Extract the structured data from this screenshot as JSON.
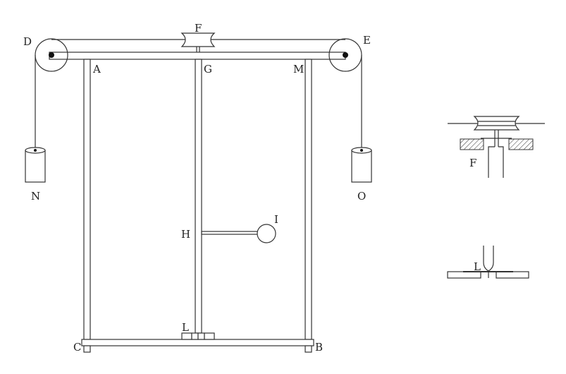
{
  "labels": {
    "d": "D",
    "e": "E",
    "f": "F",
    "a": "A",
    "g": "G",
    "m": "M",
    "n": "N",
    "o": "O",
    "h": "H",
    "i": "I",
    "l": "L",
    "c": "C",
    "b": "B",
    "detail_f": "F",
    "detail_l": "L"
  }
}
